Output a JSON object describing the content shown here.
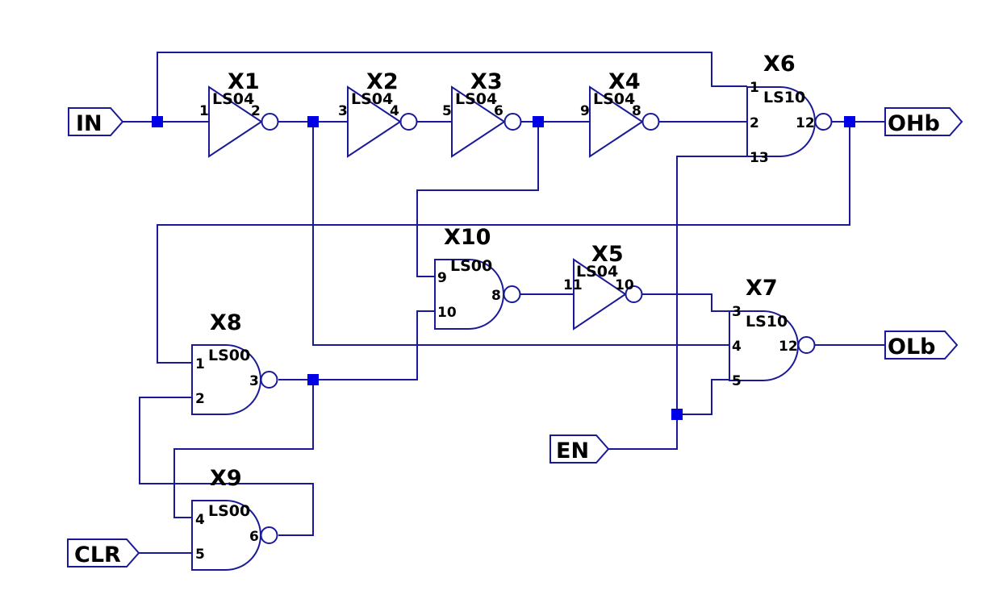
{
  "colors": {
    "wire": "#1a1a99",
    "junction": "#0000e6",
    "text": "#000000"
  },
  "ports": {
    "in": "IN",
    "ohb": "OHb",
    "olb": "OLb",
    "en": "EN",
    "clr": "CLR"
  },
  "components": {
    "x1": {
      "ref": "X1",
      "part": "LS04",
      "pin_in": "1",
      "pin_out": "2"
    },
    "x2": {
      "ref": "X2",
      "part": "LS04",
      "pin_in": "3",
      "pin_out": "4"
    },
    "x3": {
      "ref": "X3",
      "part": "LS04",
      "pin_in": "5",
      "pin_out": "6"
    },
    "x4": {
      "ref": "X4",
      "part": "LS04",
      "pin_in": "9",
      "pin_out": "8"
    },
    "x5": {
      "ref": "X5",
      "part": "LS04",
      "pin_in": "11",
      "pin_out": "10"
    },
    "x6": {
      "ref": "X6",
      "part": "LS10",
      "pin_a": "1",
      "pin_b": "2",
      "pin_c": "13",
      "pin_out": "12"
    },
    "x7": {
      "ref": "X7",
      "part": "LS10",
      "pin_a": "3",
      "pin_b": "4",
      "pin_c": "5",
      "pin_out": "12"
    },
    "x8": {
      "ref": "X8",
      "part": "LS00",
      "pin_a": "1",
      "pin_b": "2",
      "pin_out": "3"
    },
    "x9": {
      "ref": "X9",
      "part": "LS00",
      "pin_a": "4",
      "pin_b": "5",
      "pin_out": "6"
    },
    "x10": {
      "ref": "X10",
      "part": "LS00",
      "pin_a": "9",
      "pin_b": "10",
      "pin_out": "8"
    }
  }
}
